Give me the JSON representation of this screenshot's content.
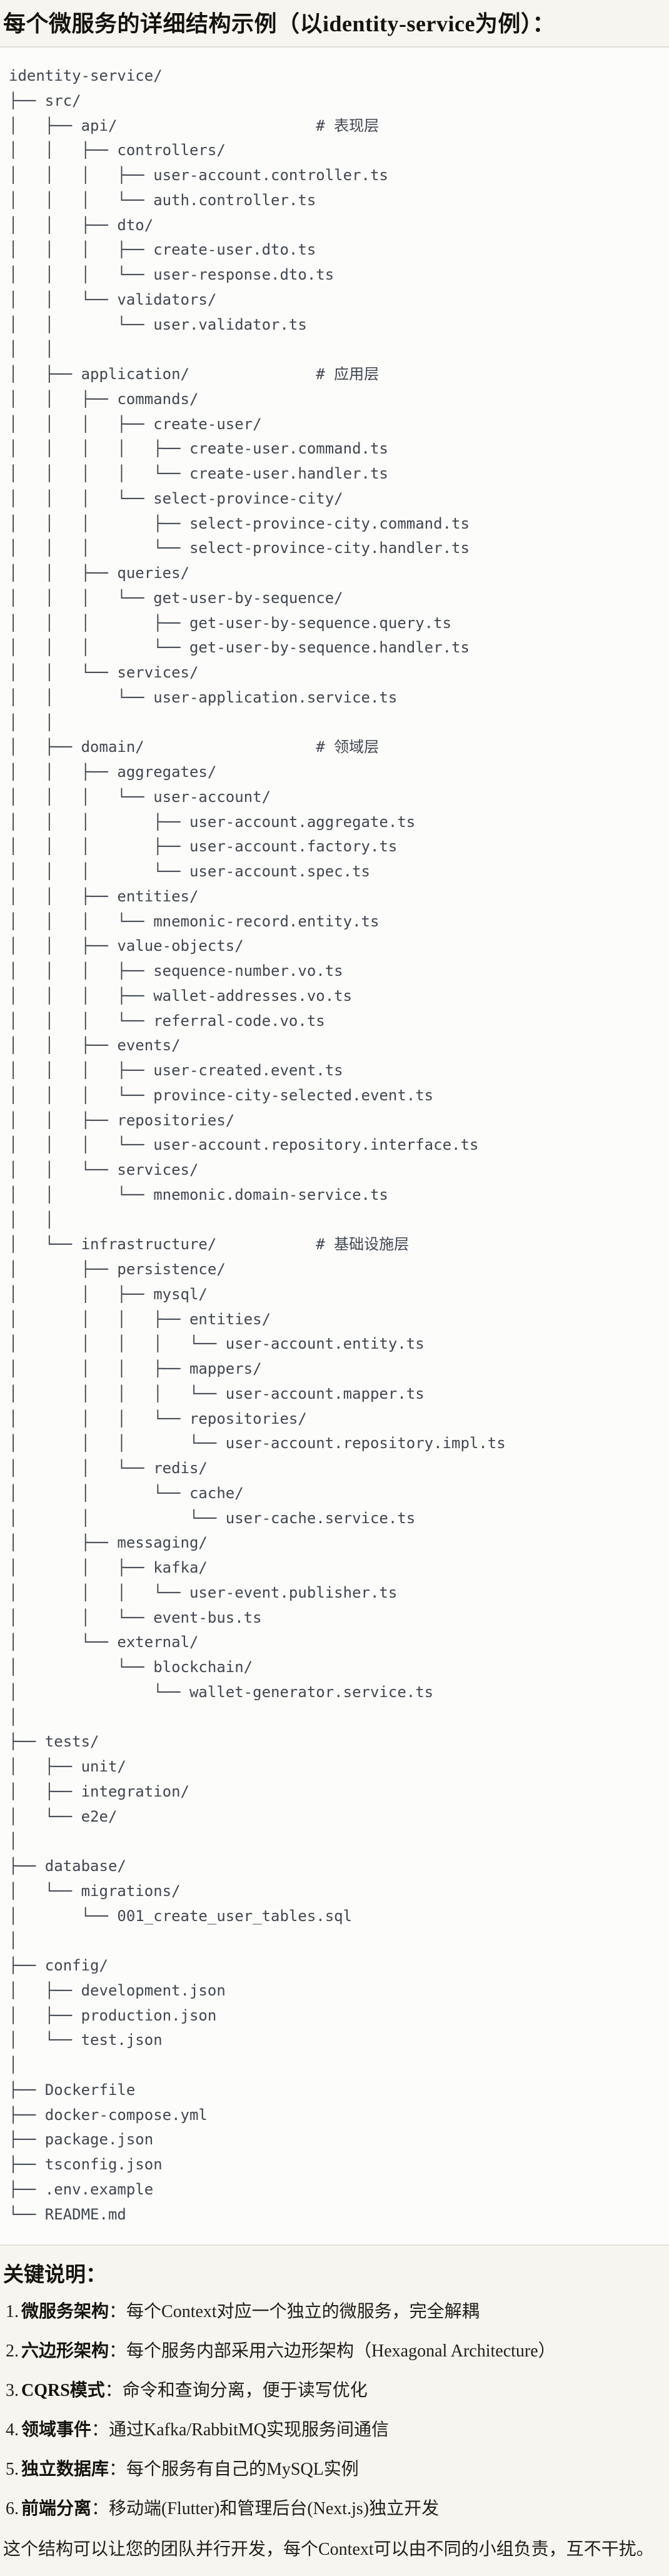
{
  "title": "每个微服务的详细结构示例（以identity-service为例）：",
  "tree": {
    "lines": [
      "identity-service/",
      "├── src/",
      "│   ├── api/                      # 表现层",
      "│   │   ├── controllers/",
      "│   │   │   ├── user-account.controller.ts",
      "│   │   │   └── auth.controller.ts",
      "│   │   ├── dto/",
      "│   │   │   ├── create-user.dto.ts",
      "│   │   │   └── user-response.dto.ts",
      "│   │   └── validators/",
      "│   │       └── user.validator.ts",
      "│   │",
      "│   ├── application/              # 应用层",
      "│   │   ├── commands/",
      "│   │   │   ├── create-user/",
      "│   │   │   │   ├── create-user.command.ts",
      "│   │   │   │   └── create-user.handler.ts",
      "│   │   │   └── select-province-city/",
      "│   │   │       ├── select-province-city.command.ts",
      "│   │   │       └── select-province-city.handler.ts",
      "│   │   ├── queries/",
      "│   │   │   └── get-user-by-sequence/",
      "│   │   │       ├── get-user-by-sequence.query.ts",
      "│   │   │       └── get-user-by-sequence.handler.ts",
      "│   │   └── services/",
      "│   │       └── user-application.service.ts",
      "│   │",
      "│   ├── domain/                   # 领域层",
      "│   │   ├── aggregates/",
      "│   │   │   └── user-account/",
      "│   │   │       ├── user-account.aggregate.ts",
      "│   │   │       ├── user-account.factory.ts",
      "│   │   │       └── user-account.spec.ts",
      "│   │   ├── entities/",
      "│   │   │   └── mnemonic-record.entity.ts",
      "│   │   ├── value-objects/",
      "│   │   │   ├── sequence-number.vo.ts",
      "│   │   │   ├── wallet-addresses.vo.ts",
      "│   │   │   └── referral-code.vo.ts",
      "│   │   ├── events/",
      "│   │   │   ├── user-created.event.ts",
      "│   │   │   └── province-city-selected.event.ts",
      "│   │   ├── repositories/",
      "│   │   │   └── user-account.repository.interface.ts",
      "│   │   └── services/",
      "│   │       └── mnemonic.domain-service.ts",
      "│   │",
      "│   └── infrastructure/           # 基础设施层",
      "│       ├── persistence/",
      "│       │   ├── mysql/",
      "│       │   │   ├── entities/",
      "│       │   │   │   └── user-account.entity.ts",
      "│       │   │   ├── mappers/",
      "│       │   │   │   └── user-account.mapper.ts",
      "│       │   │   └── repositories/",
      "│       │   │       └── user-account.repository.impl.ts",
      "│       │   └── redis/",
      "│       │       └── cache/",
      "│       │           └── user-cache.service.ts",
      "│       ├── messaging/",
      "│       │   ├── kafka/",
      "│       │   │   └── user-event.publisher.ts",
      "│       │   └── event-bus.ts",
      "│       └── external/",
      "│           └── blockchain/",
      "│               └── wallet-generator.service.ts",
      "│",
      "├── tests/",
      "│   ├── unit/",
      "│   ├── integration/",
      "│   └── e2e/",
      "│",
      "├── database/",
      "│   └── migrations/",
      "│       └── 001_create_user_tables.sql",
      "│",
      "├── config/",
      "│   ├── development.json",
      "│   ├── production.json",
      "│   └── test.json",
      "│",
      "├── Dockerfile",
      "├── docker-compose.yml",
      "├── package.json",
      "├── tsconfig.json",
      "├── .env.example",
      "└── README.md"
    ]
  },
  "notes": {
    "heading": "关键说明：",
    "items": [
      {
        "num": "1.",
        "term": "微服务架构",
        "rest": "：每个Context对应一个独立的微服务，完全解耦"
      },
      {
        "num": "2.",
        "term": "六边形架构",
        "rest": "：每个服务内部采用六边形架构（Hexagonal Architecture）"
      },
      {
        "num": "3.",
        "term": "CQRS模式",
        "rest": "：命令和查询分离，便于读写优化"
      },
      {
        "num": "4.",
        "term": "领域事件",
        "rest": "：通过Kafka/RabbitMQ实现服务间通信"
      },
      {
        "num": "5.",
        "term": "独立数据库",
        "rest": "：每个服务有自己的MySQL实例"
      },
      {
        "num": "6.",
        "term": "前端分离",
        "rest": "：移动端(Flutter)和管理后台(Next.js)独立开发"
      }
    ],
    "footer": "这个结构可以让您的团队并行开发，每个Context可以由不同的小组负责，互不干扰。"
  }
}
